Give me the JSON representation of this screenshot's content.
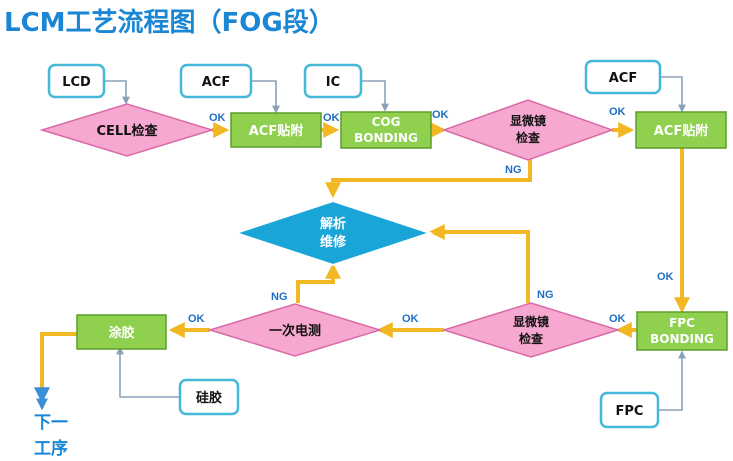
{
  "title": "LCM工艺流程图（FOG段）",
  "colors": {
    "title": "#1a86d6",
    "flow_arrow": "#f2b824",
    "feed_arrow": "#8aa2b8",
    "diamond_fill": "#f7a8d0",
    "diamond_stroke": "#d96aa6",
    "process_fill": "#8fd14f",
    "process_stroke": "#5d9d2a",
    "input_stroke": "#43b8d8",
    "repair_fill": "#1aa5d8",
    "label": "#1d6fc4"
  },
  "nodes": {
    "input_lcd": "LCD",
    "input_acf_1": "ACF",
    "input_ic": "IC",
    "input_acf_2": "ACF",
    "input_fpc": "FPC",
    "input_glue": "硅胶",
    "check_cell": "CELL检查",
    "acf_attach_1": "ACF贴附",
    "cog_bonding_line1": "COG",
    "cog_bonding_line2": "BONDING",
    "microscope_1_line1": "显微镜",
    "microscope_1_line2": "检查",
    "acf_attach_2": "ACF贴附",
    "fpc_bonding_line1": "FPC",
    "fpc_bonding_line2": "BONDING",
    "microscope_2_line1": "显微镜",
    "microscope_2_line2": "检查",
    "electrical_test": "一次电测",
    "coating": "涂胶",
    "repair_line1": "解析",
    "repair_line2": "维修",
    "next_line1": "下一",
    "next_line2": "工序"
  },
  "edge_labels": {
    "cell_to_acf": "OK",
    "acf_to_cog": "OK",
    "cog_to_micro": "OK",
    "micro_to_acf2": "OK",
    "micro1_ng": "NG",
    "acf2_to_fpc": "OK",
    "fpc_to_micro2": "OK",
    "micro2_ng": "NG",
    "micro2_to_test": "OK",
    "test_ng": "NG",
    "test_to_coat": "OK"
  }
}
